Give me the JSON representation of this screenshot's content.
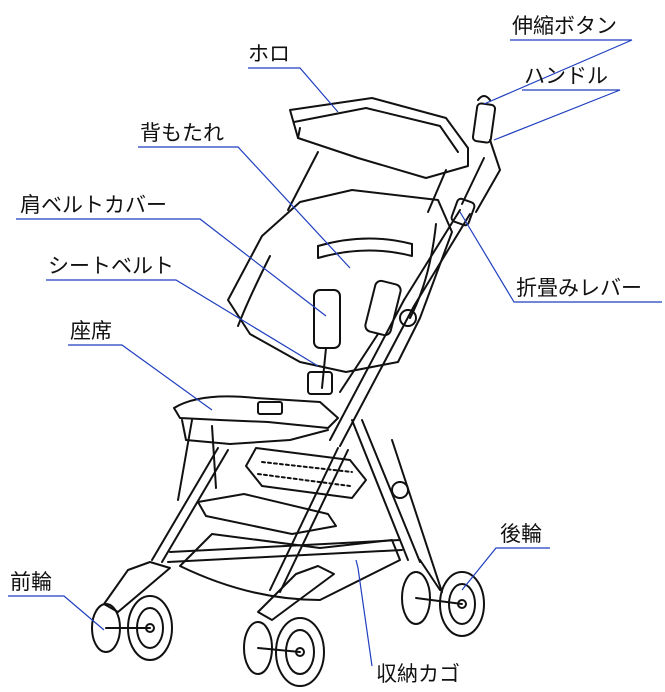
{
  "diagram": {
    "labels": {
      "canopy": "ホロ",
      "backrest": "背もたれ",
      "shoulder_belt_cover": "肩ベルトカバー",
      "seat_belt": "シートベルト",
      "seat": "座席",
      "front_wheel": "前輪",
      "telescopic_button": "伸縮ボタン",
      "handle": "ハンドル",
      "folding_lever": "折畳みレバー",
      "rear_wheel": "後輪",
      "storage_basket": "収納カゴ"
    },
    "colors": {
      "leader_line": "#1f3fbf",
      "drawing_line": "#111111",
      "background": "#ffffff"
    }
  }
}
